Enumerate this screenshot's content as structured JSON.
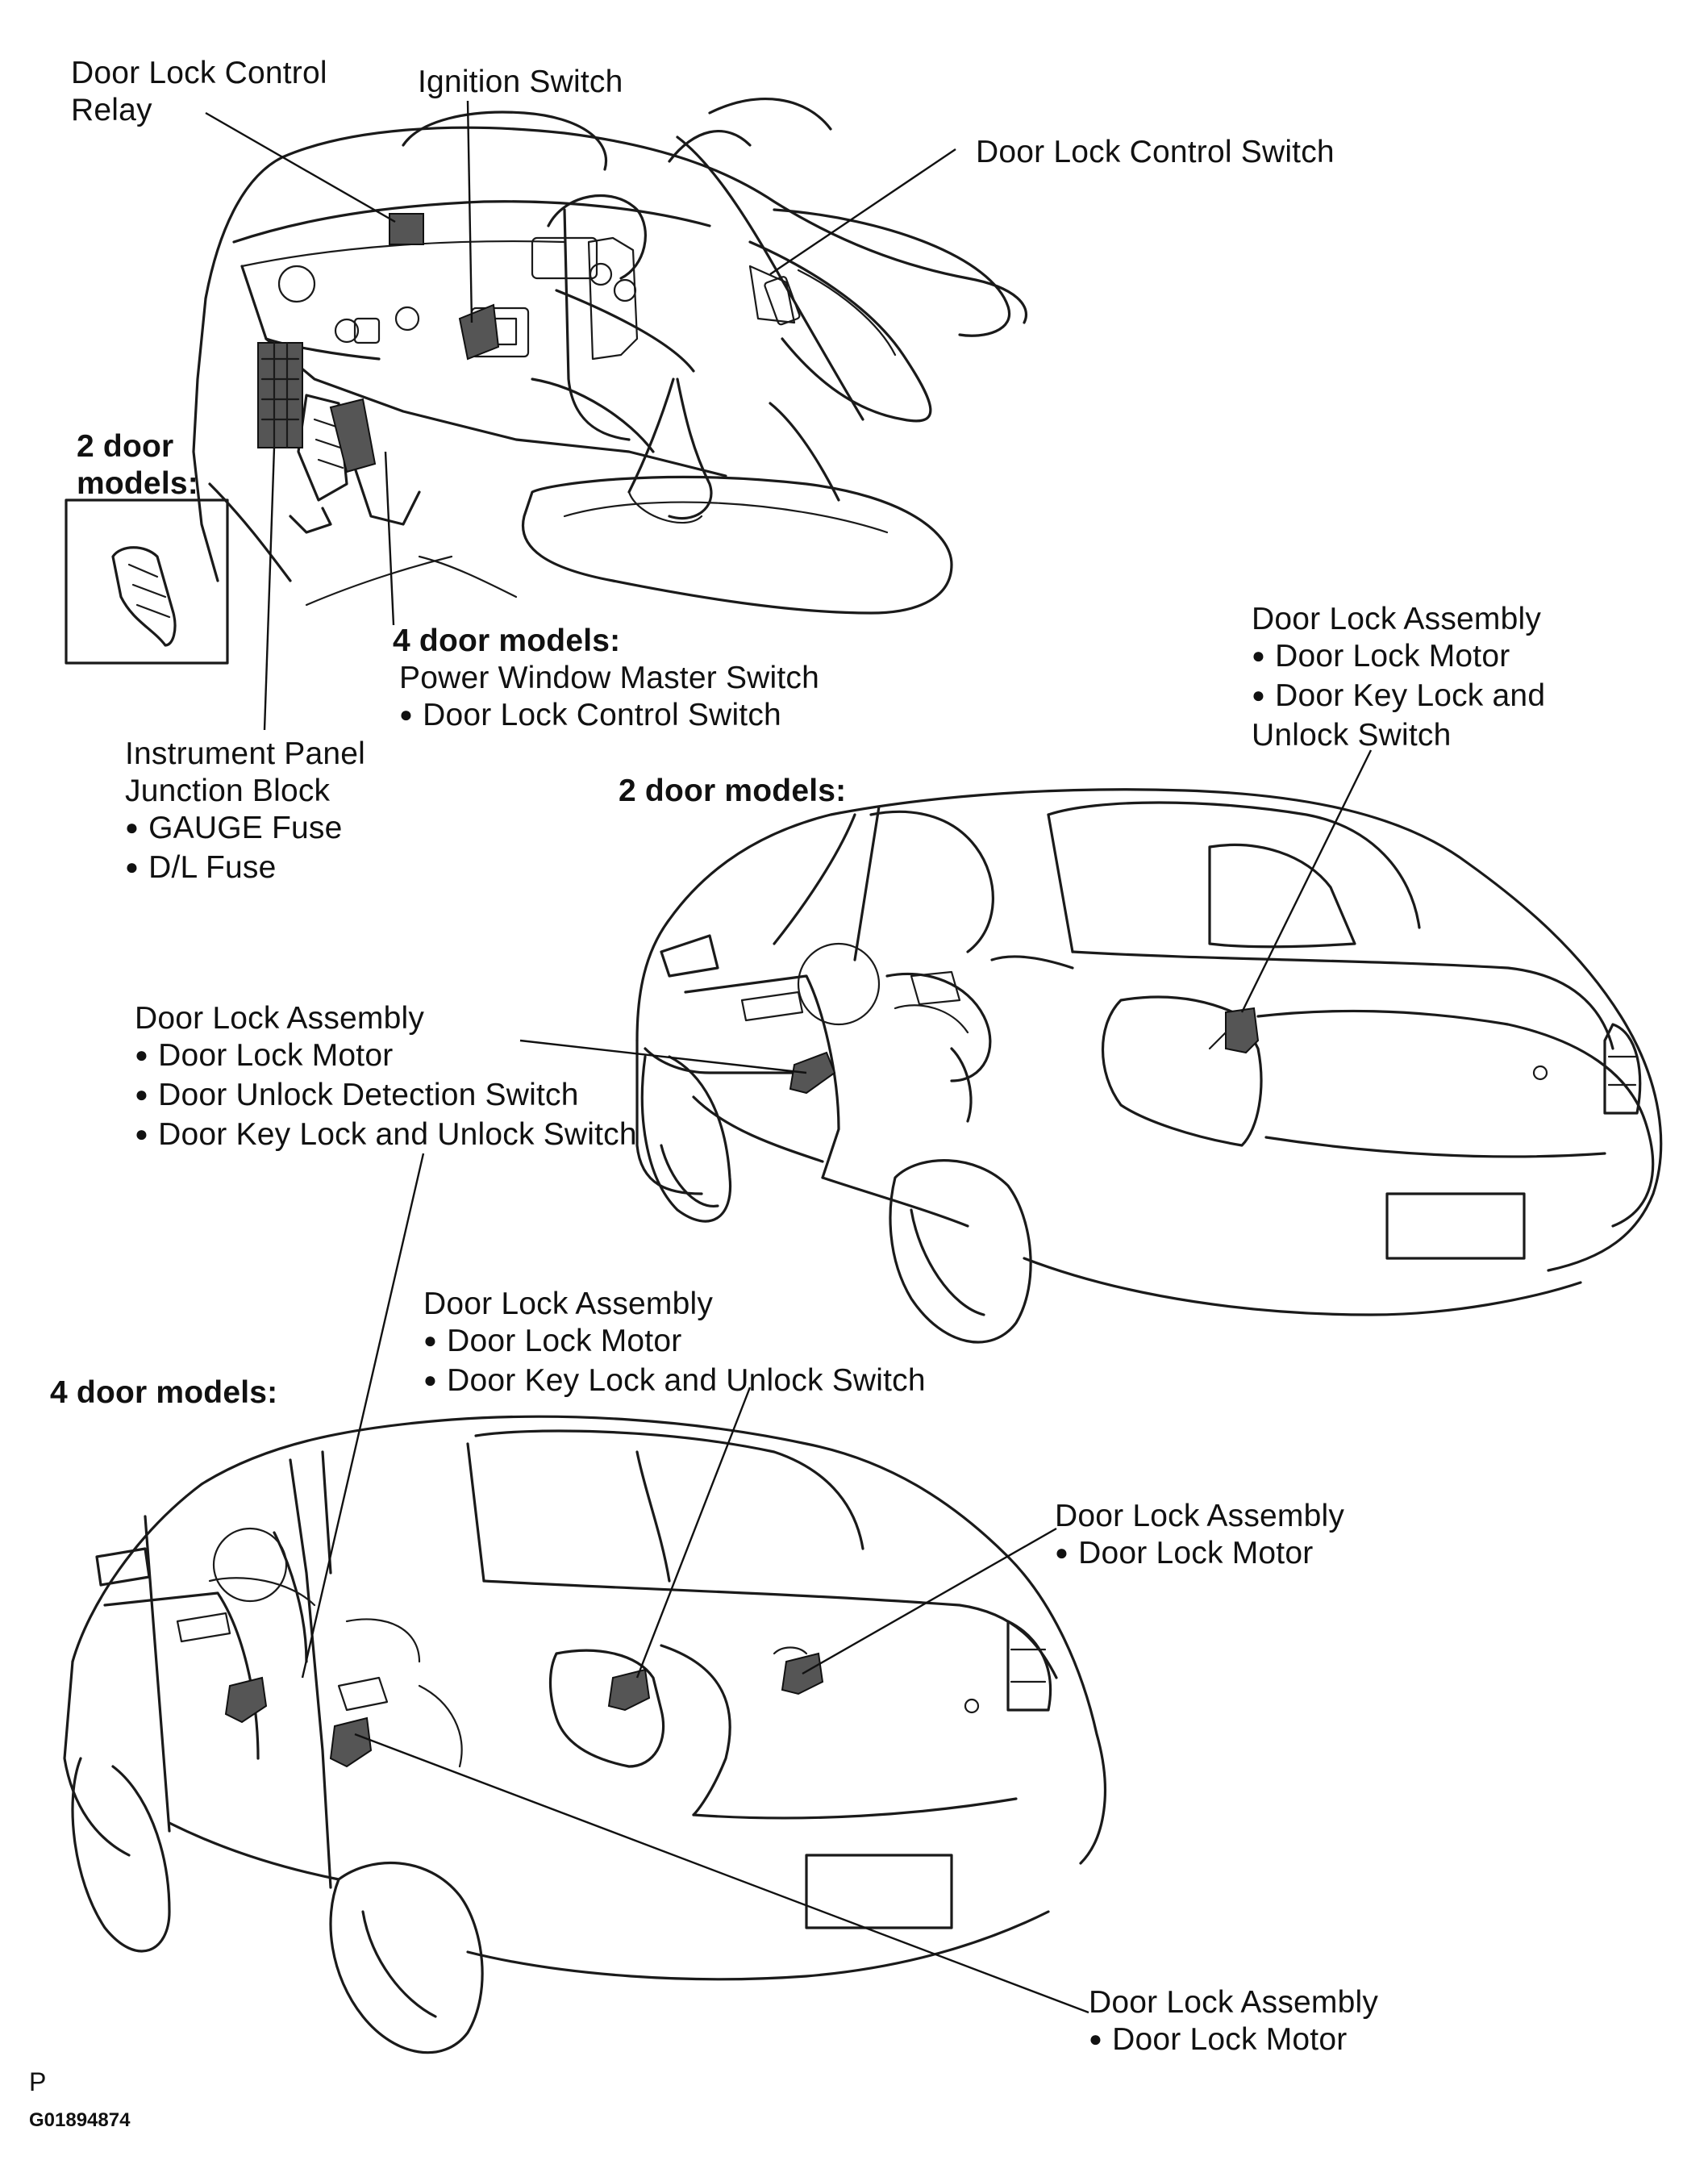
{
  "labels": {
    "relay": [
      "Door Lock Control",
      "Relay"
    ],
    "ignition": "Ignition Switch",
    "control_switch": "Door Lock Control Switch",
    "two_door_inset": [
      "2 door",
      "models:"
    ],
    "four_door_pwms": {
      "heading": "4 door models:",
      "lines": [
        "Power Window Master Switch",
        "Door Lock Control Switch"
      ]
    },
    "junction_block": {
      "lines": [
        "Instrument Panel",
        "Junction Block"
      ],
      "bullets": [
        "GAUGE Fuse",
        "D/L Fuse"
      ]
    },
    "two_door_car_heading": "2 door models:",
    "two_door_rear_assembly": {
      "title": "Door Lock Assembly",
      "bullets": [
        "Door Lock Motor",
        "Door Key Lock and"
      ],
      "tail": "Unlock Switch"
    },
    "front_door_assembly": {
      "title": "Door Lock Assembly",
      "bullets": [
        "Door Lock Motor",
        "Door Unlock Detection Switch",
        "Door Key Lock and Unlock Switch"
      ]
    },
    "four_door_front_assembly": {
      "title": "Door Lock Assembly",
      "bullets": [
        "Door Lock Motor",
        "Door Key Lock and Unlock Switch"
      ]
    },
    "four_door_car_heading": "4 door models:",
    "rear_right_assembly": {
      "title": "Door Lock Assembly",
      "bullets": [
        "Door Lock Motor"
      ]
    },
    "rear_left_assembly": {
      "title": "Door Lock Assembly",
      "bullets": [
        "Door Lock Motor"
      ]
    },
    "corner_letter": "P",
    "figure_code": "G01894874"
  }
}
